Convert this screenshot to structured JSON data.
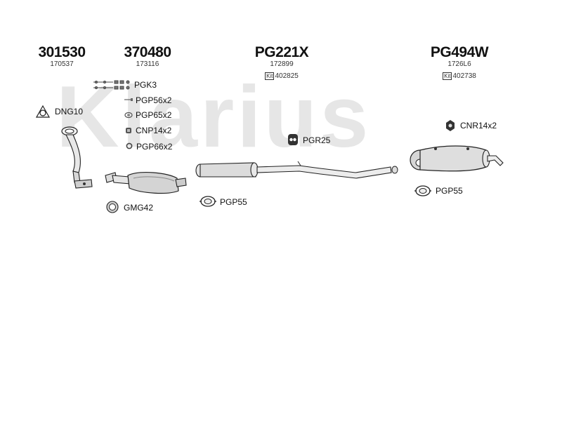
{
  "watermark": "Klarius",
  "parts": {
    "p1": {
      "number": "301530",
      "ref": "170537"
    },
    "p2": {
      "number": "370480",
      "ref": "173116"
    },
    "p3": {
      "number": "PG221X",
      "ref": "172899",
      "kit_tag": "Kit",
      "kit_no": "402825"
    },
    "p4": {
      "number": "PG494W",
      "ref": "1726L6",
      "kit_tag": "Kit",
      "kit_no": "402738"
    }
  },
  "fittings": {
    "dng10": "DNG10",
    "pgk3": "PGK3",
    "pgp56": "PGP56x2",
    "pgp65": "PGP65x2",
    "cnp14": "CNP14x2",
    "pgp66": "PGP66x2",
    "gmg42": "GMG42",
    "pgp55_mid": "PGP55",
    "pgr25": "PGR25",
    "cnr14": "CNR14x2",
    "pgp55_rear": "PGP55"
  },
  "icons": [
    "gasket-icon",
    "bolt-kit-icon",
    "bolt-icon",
    "spring-icon",
    "nut-icon",
    "washer-icon",
    "sealing-ring-icon",
    "clamp-icon",
    "rubber-mount-icon",
    "flange-nut-icon",
    "front-pipe-icon",
    "catalytic-converter-icon",
    "middle-silencer-icon",
    "rear-silencer-icon"
  ]
}
